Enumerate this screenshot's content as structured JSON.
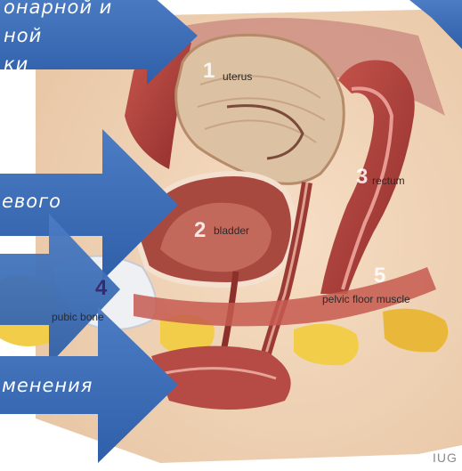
{
  "diagram": {
    "labels": {
      "uterus": "uterus",
      "bladder": "bladder",
      "rectum": "rectum",
      "pelvic_floor_muscle": "pelvic floor muscle",
      "pubic_bone": "pubic bone"
    },
    "numbers": {
      "n1": "1",
      "n2": "2",
      "n3": "3",
      "n4": "4",
      "n5": "5"
    },
    "watermark": "IUG"
  },
  "arrows": {
    "a1_line1": "онарной и",
    "a1_line2": "ной",
    "a1_line3": "ки",
    "a2": "евого",
    "a4": "менения"
  },
  "colors": {
    "arrow_blue": "#3f6fb8",
    "muscle_red": "#b5413c",
    "uterus_tan": "#dcc2a3",
    "fat_yellow": "#f1cd4a",
    "skin": "#efcfae"
  }
}
